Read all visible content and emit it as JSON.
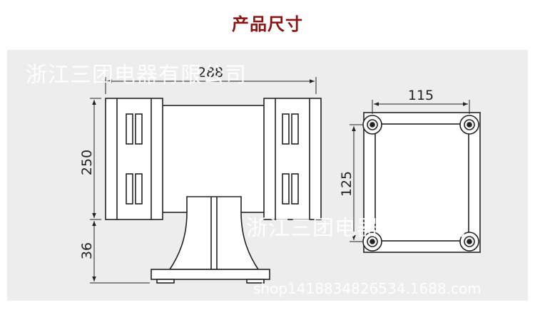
{
  "title": "产品尺寸",
  "colors": {
    "title": "#8a1212",
    "panel": "#ededed",
    "line": "#222222"
  },
  "dimensions": {
    "width": "288",
    "height": "250",
    "base": "36",
    "mount_width": "115",
    "mount_height": "125"
  },
  "watermarks": {
    "company": "浙江三团电器有限公司",
    "company_bottom": "浙江三团电器有限公司",
    "shop": "shop1418834826534.1688.com"
  }
}
